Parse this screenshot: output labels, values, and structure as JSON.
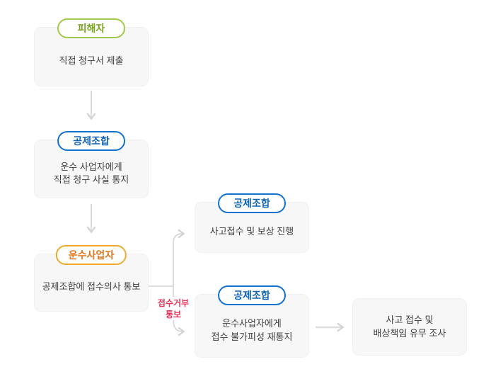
{
  "diagram": {
    "nodes": [
      {
        "id": "victim",
        "badge": "피해자",
        "accent": "green",
        "lines": [
          "직접 청구서 제출"
        ]
      },
      {
        "id": "coop-notify",
        "badge": "공제조합",
        "accent": "blue",
        "lines": [
          "운수 사업자에게",
          "직접 청구 사실 통지"
        ]
      },
      {
        "id": "carrier",
        "badge": "운수사업자",
        "accent": "orange",
        "lines": [
          "공제조합에 접수의사 통보"
        ]
      },
      {
        "id": "coop-accept",
        "badge": "공제조합",
        "accent": "blue",
        "lines": [
          "사고접수 및 보상 진행"
        ]
      },
      {
        "id": "coop-renotify",
        "badge": "공제조합",
        "accent": "blue",
        "lines": [
          "운수사업자에게",
          "접수 불가피성 재통지"
        ]
      },
      {
        "id": "investigation",
        "badge": "",
        "accent": "none",
        "lines": [
          "사고 접수 및",
          "배상책임 유무 조사"
        ]
      }
    ],
    "edge_label": {
      "lines": [
        "접수거부",
        "통보"
      ]
    },
    "colors": {
      "green_border": "#a2c84a",
      "green_text": "#78a321",
      "blue_border": "#1371d2",
      "blue_text": "#1064b6",
      "orange_border": "#eeab2d",
      "orange_text": "#e0771c",
      "red_label": "#e8365d",
      "connector_line": "#d3d3d3",
      "box_background": "#f7f7f8",
      "box_border": "#f0f0f2",
      "body_text": "#3e3e3e"
    }
  }
}
